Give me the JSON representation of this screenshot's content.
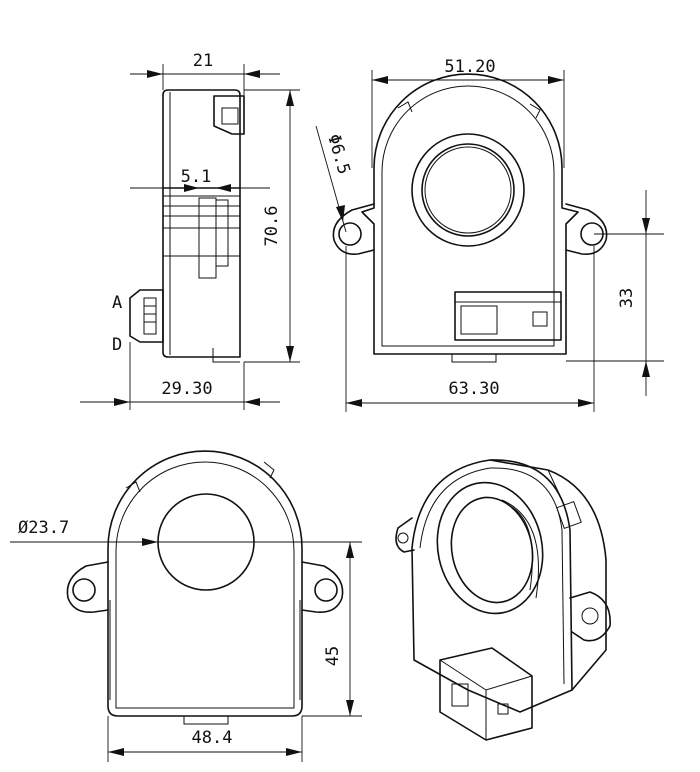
{
  "drawing": {
    "side_view": {
      "width_label": "21",
      "depth_label": "5.1",
      "height_label": "70.6",
      "overall_width_label": "29.30",
      "pin_a_label": "A",
      "pin_d_label": "D"
    },
    "front_view": {
      "body_width_label": "51.20",
      "hole_label": "Φ6.5",
      "ear_spacing_label": "63.30",
      "ear_height_label": "33"
    },
    "rear_view": {
      "bore_label": "Ø23.7",
      "height_label": "45",
      "width_label": "48.4"
    },
    "iso_view": {}
  }
}
